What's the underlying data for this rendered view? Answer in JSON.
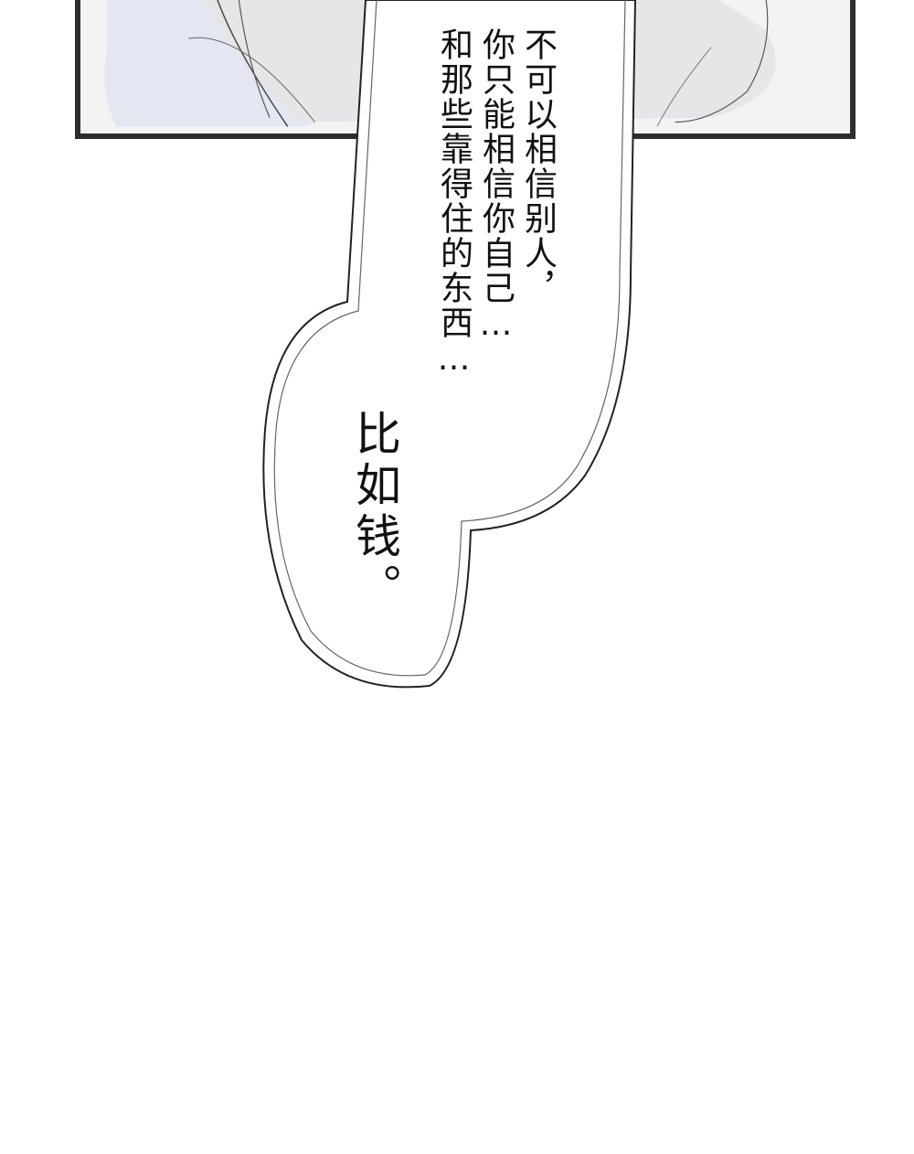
{
  "panel": {
    "border_color": "#2e2e2a",
    "tint_blue": "#e4e7f1",
    "tint_gray": "#e6e6e8"
  },
  "bubble": {
    "lines": [
      "不可以相信别人，",
      "你只能相信你自己…",
      "和那些靠得住的东西…"
    ],
    "emphasis": "比如钱。"
  }
}
